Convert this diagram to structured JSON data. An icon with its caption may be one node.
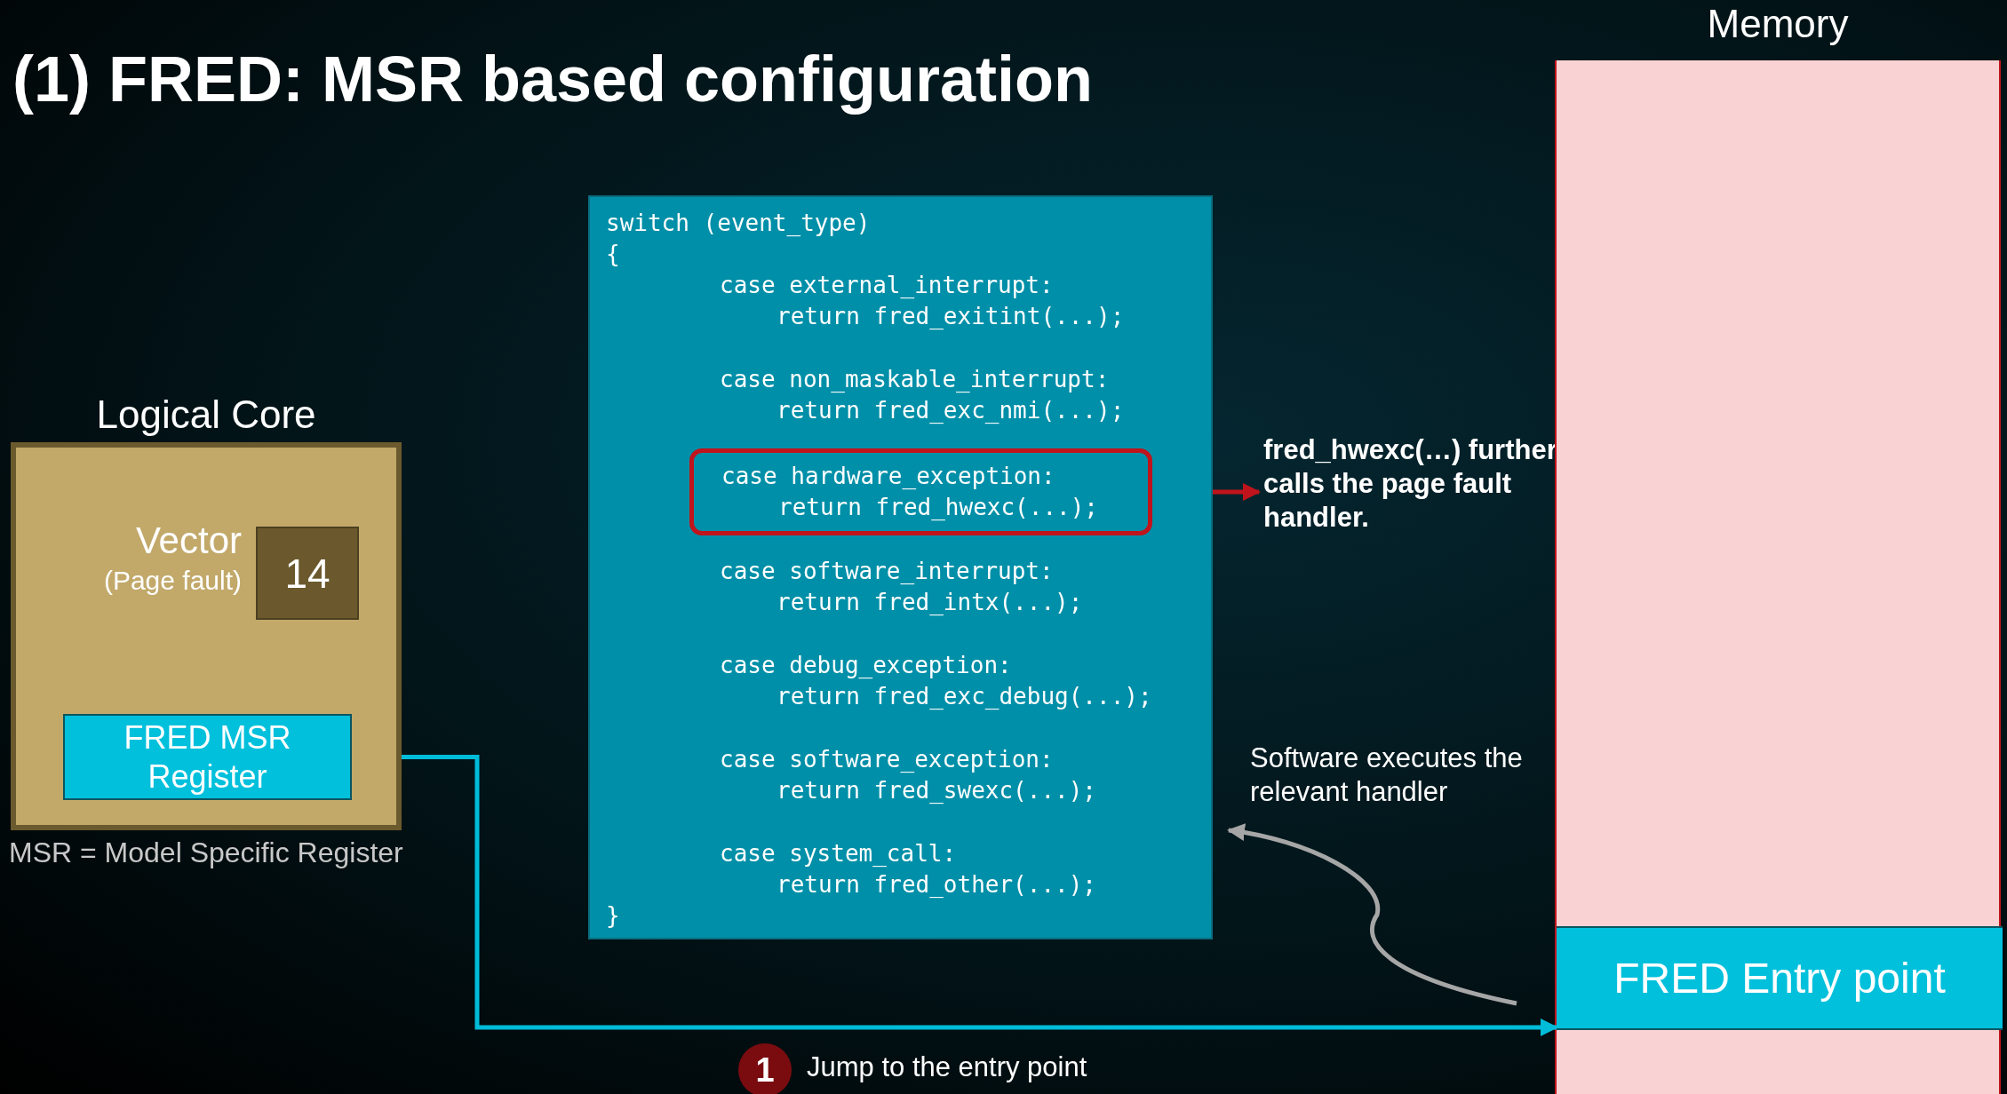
{
  "diagram": {
    "title": "(1) FRED: MSR based configuration",
    "nodes": [
      {
        "text": [
          "Logical Core"
        ]
      },
      {
        "text": [
          "14"
        ],
        "in": 0,
        "beside": [
          "Vector",
          "(Page fault)"
        ]
      },
      {
        "text": [
          "FRED MSR Register"
        ],
        "in": 0
      },
      {
        "text": [
          "switch (event_type)",
          "{",
          "case external_interrupt:",
          "return fred_exitint(...);",
          "case non_maskable_interrupt:",
          "return fred_exc_nmi(...);",
          "case software_interrupt:",
          "return fred_intx(...);",
          "case debug_exception:",
          "return fred_exc_debug(...);",
          "case software_exception:",
          "return fred_swexc(...);",
          "case system_call:",
          "return fred_other(...);",
          "}"
        ]
      },
      {
        "text": [
          "case hardware_exception:",
          "return fred_hwexc(...);"
        ],
        "in": 3
      },
      {
        "text": [
          "fred_hwexc(…) further calls the page fault handler."
        ]
      },
      {
        "text": [
          "Memory"
        ]
      },
      {
        "text": [
          "FRED Entry point"
        ],
        "in": 6
      }
    ],
    "edges": [
      {
        "from": 2,
        "to": 7,
        "arrow": "to",
        "label": "Jump to the entry point",
        "color": "#00bcd9"
      },
      {
        "from": 4,
        "to": 5,
        "arrow": "to",
        "color": "#c0141c"
      },
      {
        "from": 7,
        "to": 3,
        "arrow": "to",
        "label": "Software executes the relevant handler",
        "color": "#a6a6a6"
      }
    ],
    "labels": [
      "MSR = Model Specific Register",
      "1"
    ]
  }
}
